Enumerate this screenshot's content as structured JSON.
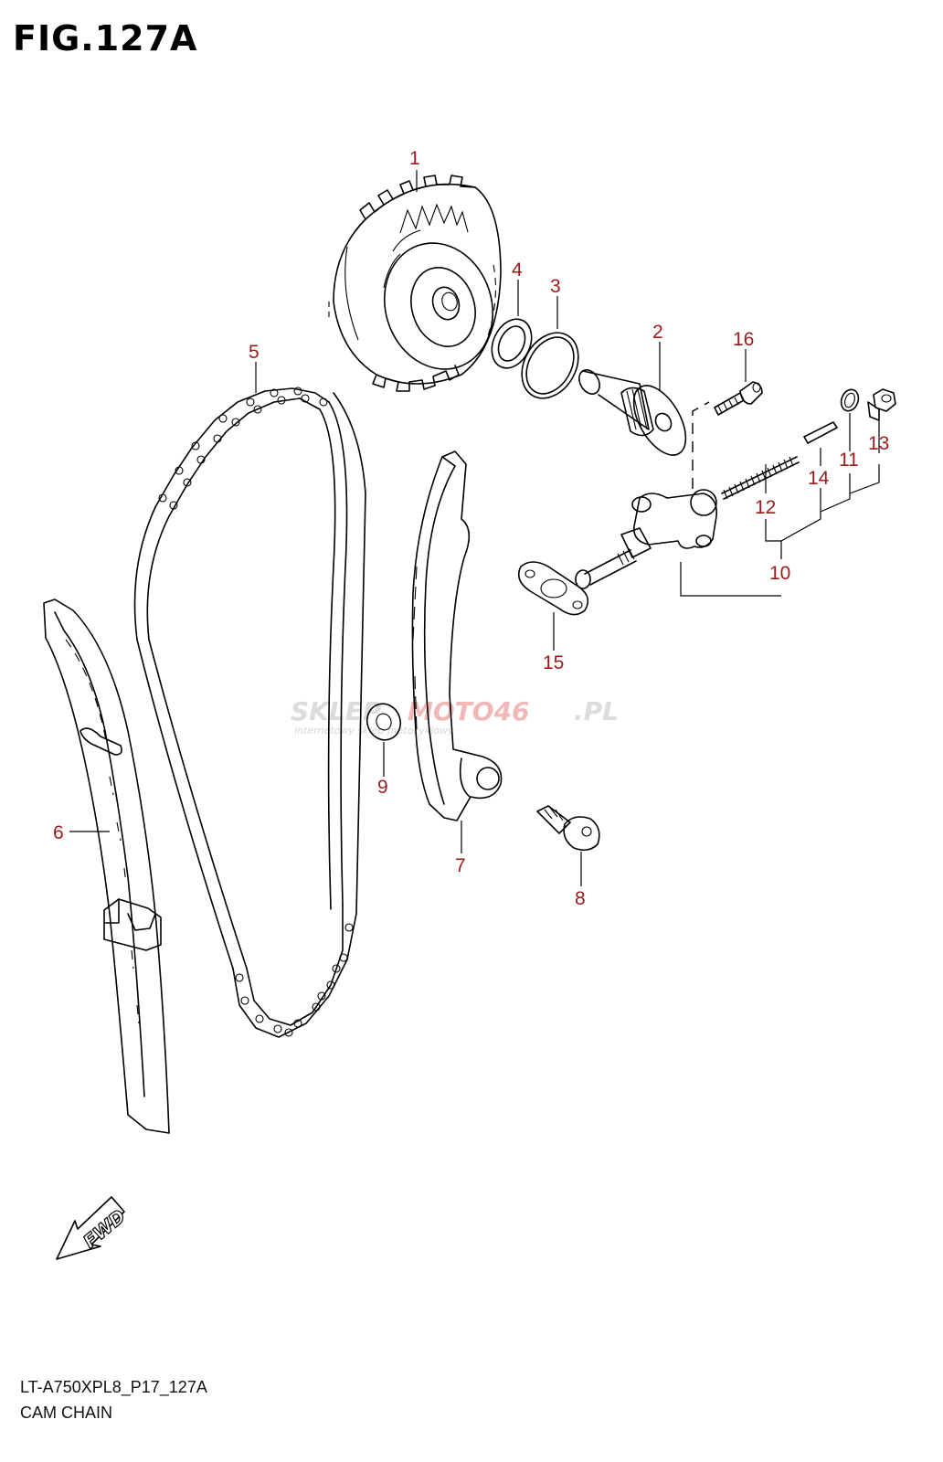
{
  "figure": {
    "title": "FIG.127A",
    "code": "LT-A750XPL8_P17_127A",
    "name": "CAM CHAIN"
  },
  "callouts": [
    {
      "number": "1",
      "part": "cam-sprocket"
    },
    {
      "number": "2",
      "part": "tensioner-adjuster-shaft"
    },
    {
      "number": "3",
      "part": "o-ring"
    },
    {
      "number": "4",
      "part": "washer"
    },
    {
      "number": "5",
      "part": "cam-chain"
    },
    {
      "number": "6",
      "part": "chain-guide-rear"
    },
    {
      "number": "7",
      "part": "chain-tensioner-guide"
    },
    {
      "number": "8",
      "part": "guide-bolt"
    },
    {
      "number": "9",
      "part": "washer-small"
    },
    {
      "number": "10",
      "part": "tensioner-adjuster-assy"
    },
    {
      "number": "11",
      "part": "gasket"
    },
    {
      "number": "12",
      "part": "spring"
    },
    {
      "number": "13",
      "part": "cap-bolt"
    },
    {
      "number": "14",
      "part": "pin"
    },
    {
      "number": "15",
      "part": "adjuster-gasket"
    },
    {
      "number": "16",
      "part": "bolt"
    }
  ],
  "fwd_arrow": {
    "label": "FWD"
  },
  "watermark": {
    "brand_grey": "SKLEP",
    "brand_red": "MOTO46",
    "brand_suffix": ".PL",
    "tagline": "internetowy sklep motocyklowy"
  },
  "colors": {
    "callout": "#9b1b1b",
    "line": "#000000",
    "watermark_red": "#f2b8b8",
    "watermark_grey": "#dcdcdc"
  }
}
